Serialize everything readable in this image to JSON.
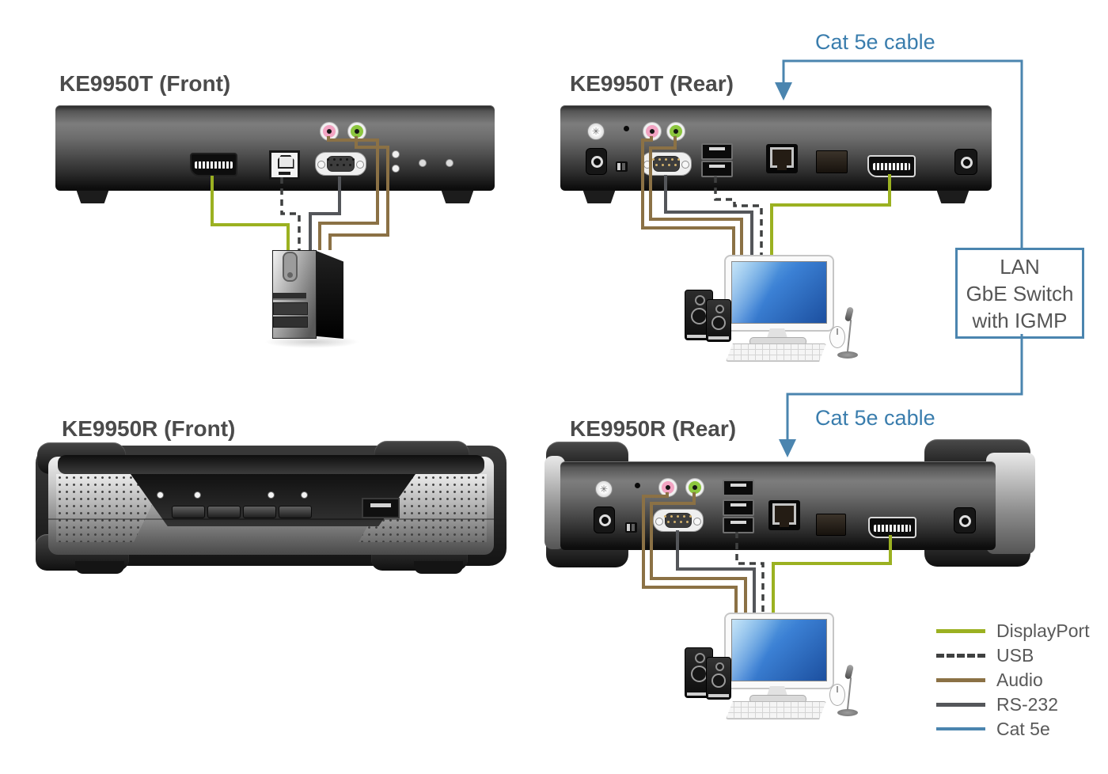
{
  "titles": {
    "ke9950t_front": "KE9950T (Front)",
    "ke9950t_rear": "KE9950T (Rear)",
    "ke9950r_front": "KE9950R (Front)",
    "ke9950r_rear": "KE9950R (Rear)"
  },
  "cable_labels": {
    "top": "Cat 5e cable",
    "bottom": "Cat 5e cable"
  },
  "switch_box": {
    "line1": "LAN",
    "line2": "GbE Switch",
    "line3": "with IGMP"
  },
  "legend": {
    "items": [
      {
        "label": "DisplayPort",
        "color": "#9bb121",
        "style": "solid"
      },
      {
        "label": "USB",
        "color": "#3f4040",
        "style": "dashed"
      },
      {
        "label": "Audio",
        "color": "#8b7145",
        "style": "solid"
      },
      {
        "label": "RS-232",
        "color": "#54565a",
        "style": "solid"
      },
      {
        "label": "Cat 5e",
        "color": "#4b85af",
        "style": "solid"
      }
    ]
  },
  "cable_colors": {
    "displayport": "#9bb121",
    "usb": "#3f4040",
    "audio": "#8b7145",
    "rs232": "#54565a",
    "cat5e": "#4b85af"
  },
  "text_colors": {
    "title": "#4b4b4b",
    "cat5e_label": "#3a7dad",
    "switch_box_text": "#565656",
    "legend_text": "#595959"
  },
  "icons": {
    "grounding_screw": "✳"
  }
}
